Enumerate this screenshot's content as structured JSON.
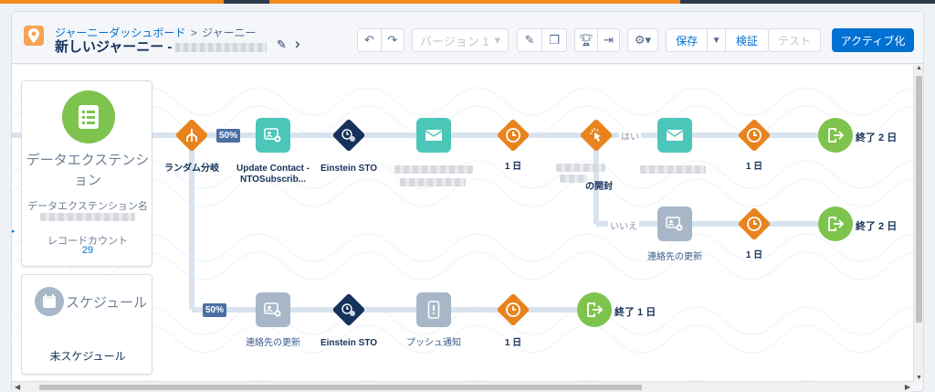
{
  "colors": {
    "accent_orange": "#f28b1f",
    "decision": "#e8831d",
    "email": "#4bc6b9",
    "einstein": "#16325c",
    "contact_update": "#a8b7c7",
    "exit": "#7ec34d",
    "primary": "#0070d2"
  },
  "header": {
    "breadcrumb_dashboard": "ジャーニーダッシュボード",
    "breadcrumb_sep": ">",
    "breadcrumb_current": "ジャーニー",
    "title": "新しいジャーニー -"
  },
  "toolbar": {
    "version": "バージョン 1",
    "save": "保存",
    "validate": "検証",
    "test": "テスト",
    "activate": "アクティブ化"
  },
  "entry": {
    "source_title": "データエクステンション",
    "de_name_label": "データエクステンション名",
    "record_count_label": "レコードカウント",
    "record_count": "29",
    "schedule_title": "スケジュール",
    "schedule_value": "未スケジュール"
  },
  "canvas": {
    "split_label": "ランダム分岐",
    "split_top_pct": "50%",
    "split_bottom_pct": "50%",
    "top_path": {
      "update_contact": "Update Contact - NTOSubscrib...",
      "einstein": "Einstein STO",
      "wait1": "1 日",
      "open_label": "の開封",
      "yes_label": "はい",
      "no_label": "いいえ",
      "wait_yes": "1 日",
      "end_yes": "終了 2 日",
      "no_update": "連絡先の更新",
      "wait_no": "1 日",
      "end_no": "終了 2 日"
    },
    "bottom_path": {
      "update_contact": "連絡先の更新",
      "einstein": "Einstein STO",
      "push": "プッシュ通知",
      "wait": "1 日",
      "end": "終了 1 日"
    }
  }
}
